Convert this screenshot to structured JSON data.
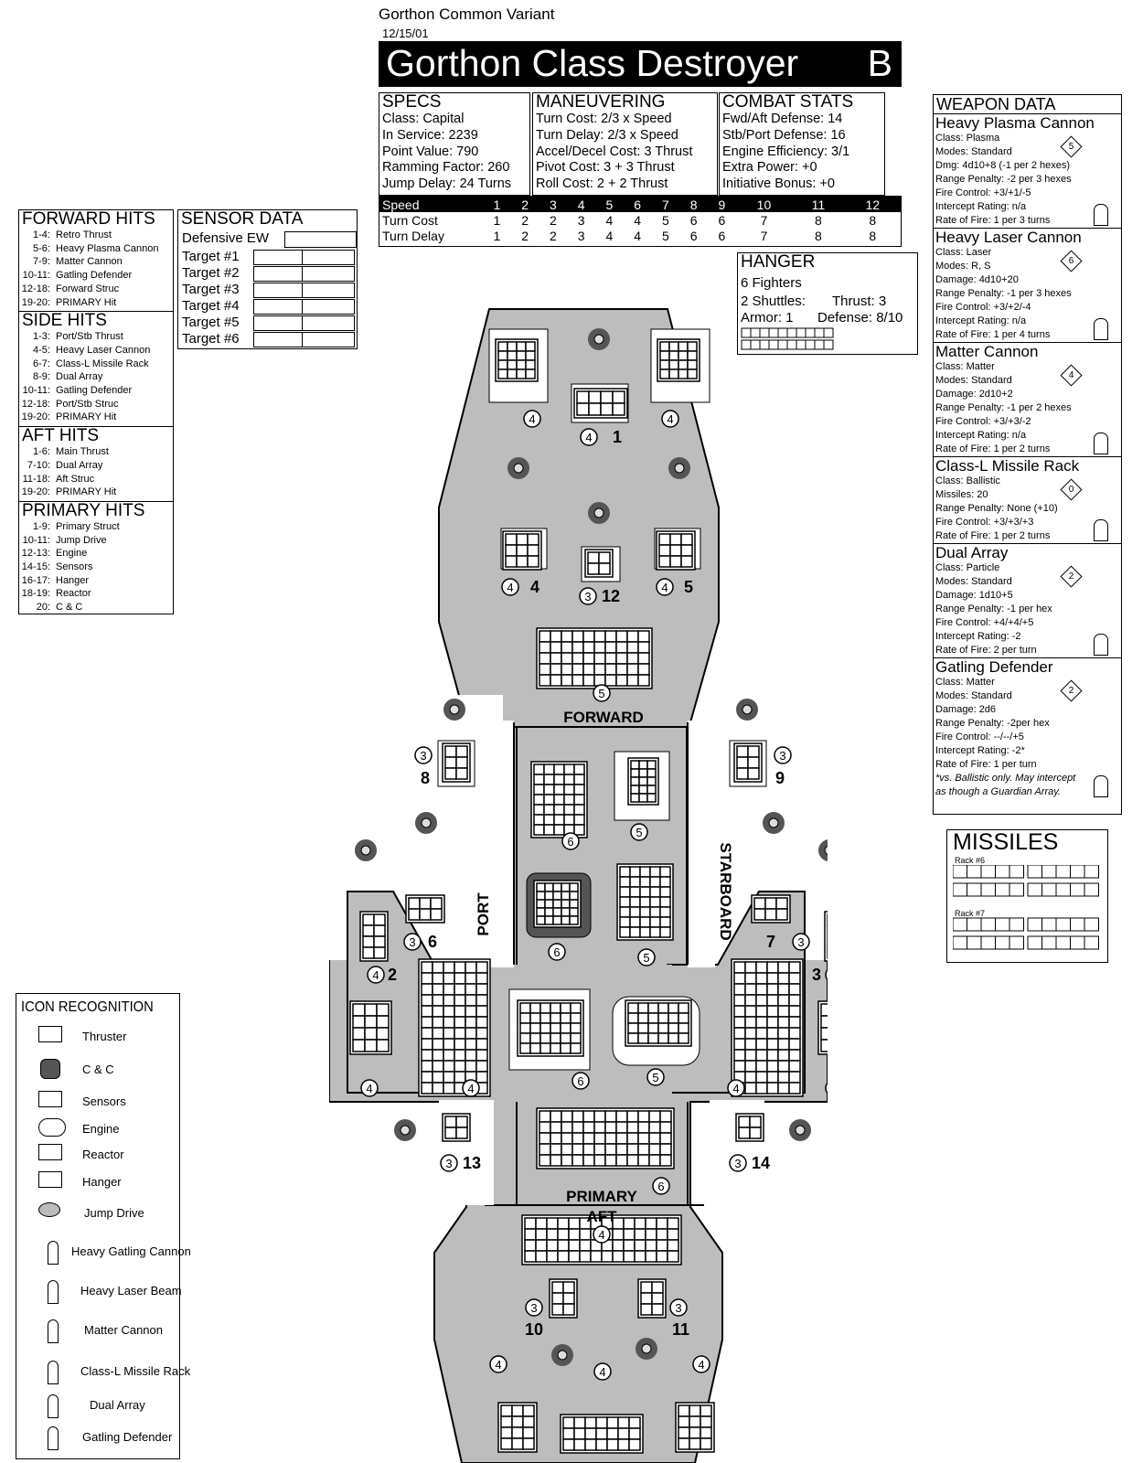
{
  "header": {
    "variant": "Gorthon Common Variant",
    "date": "12/15/01",
    "title": "Gorthon Class Destroyer",
    "title_letter": "B"
  },
  "specs": {
    "title": "SPECS",
    "lines": [
      "Class: Capital",
      "In Service: 2239",
      "Point Value: 790",
      "Ramming Factor: 260",
      "Jump Delay: 24 Turns"
    ]
  },
  "maneuvering": {
    "title": "MANEUVERING",
    "lines": [
      "Turn Cost: 2/3 x Speed",
      "Turn Delay: 2/3 x Speed",
      "Accel/Decel Cost: 3 Thrust",
      "Pivot Cost: 3 + 3 Thrust",
      "Roll Cost: 2 + 2 Thrust"
    ]
  },
  "combat": {
    "title": "COMBAT STATS",
    "lines": [
      "Fwd/Aft Defense: 14",
      "Stb/Port Defense: 16",
      "Engine Efficiency: 3/1",
      "Extra Power: +0",
      "Initiative Bonus: +0"
    ]
  },
  "speed_table": {
    "speed_label": "Speed",
    "speeds": [
      "1",
      "2",
      "3",
      "4",
      "5",
      "6",
      "7",
      "8",
      "9",
      "10",
      "11",
      "12"
    ],
    "turn_cost_label": "Turn Cost",
    "turn_cost": [
      "1",
      "2",
      "2",
      "3",
      "4",
      "4",
      "5",
      "6",
      "6",
      "7",
      "8",
      "8"
    ],
    "turn_delay_label": "Turn Delay",
    "turn_delay": [
      "1",
      "2",
      "2",
      "3",
      "4",
      "4",
      "5",
      "6",
      "6",
      "7",
      "8",
      "8"
    ]
  },
  "hit_tables": [
    {
      "title": "FORWARD HITS",
      "rows": [
        [
          "1-4:",
          "Retro Thrust"
        ],
        [
          "5-6:",
          "Heavy Plasma Cannon"
        ],
        [
          "7-9:",
          "Matter Cannon"
        ],
        [
          "10-11:",
          "Gatling Defender"
        ],
        [
          "12-18:",
          "Forward Struc"
        ],
        [
          "19-20:",
          "PRIMARY Hit"
        ]
      ]
    },
    {
      "title": "SIDE HITS",
      "rows": [
        [
          "1-3:",
          "Port/Stb Thrust"
        ],
        [
          "4-5:",
          "Heavy Laser Cannon"
        ],
        [
          "6-7:",
          "Class-L Missile Rack"
        ],
        [
          "8-9:",
          "Dual Array"
        ],
        [
          "10-11:",
          "Gatling Defender"
        ],
        [
          "12-18:",
          "Port/Stb Struc"
        ],
        [
          "19-20:",
          "PRIMARY Hit"
        ]
      ]
    },
    {
      "title": "AFT HITS",
      "rows": [
        [
          "1-6:",
          "Main Thrust"
        ],
        [
          "7-10:",
          "Dual Array"
        ],
        [
          "11-18:",
          "Aft Struc"
        ],
        [
          "19-20:",
          "PRIMARY Hit"
        ]
      ]
    },
    {
      "title": "PRIMARY HITS",
      "rows": [
        [
          "1-9:",
          "Primary Struct"
        ],
        [
          "10-11:",
          "Jump Drive"
        ],
        [
          "12-13:",
          "Engine"
        ],
        [
          "14-15:",
          "Sensors"
        ],
        [
          "16-17:",
          "Hanger"
        ],
        [
          "18-19:",
          "Reactor"
        ],
        [
          "20:",
          "C & C"
        ]
      ]
    }
  ],
  "sensor": {
    "title": "SENSOR DATA",
    "defensive": "Defensive EW",
    "targets": [
      "Target  #1",
      "Target  #2",
      "Target  #3",
      "Target  #4",
      "Target  #5",
      "Target  #6"
    ]
  },
  "hanger": {
    "title": "HANGER",
    "fighters": "6 Fighters",
    "shuttles": "2 Shuttles:",
    "thrust": "Thrust: 3",
    "armor": "Armor: 1",
    "defense": "Defense: 8/10"
  },
  "weapons": {
    "title": "WEAPON DATA",
    "items": [
      {
        "name": "Heavy Plasma Cannon",
        "badge": "5",
        "lines": [
          "Class: Plasma",
          "Modes: Standard",
          "Dmg: 4d10+8 (-1 per 2 hexes)",
          "Range Penalty: -2 per 3 hexes",
          "Fire Control: +3/+1/-5",
          "Intercept Rating: n/a",
          "Rate of Fire: 1 per 3 turns"
        ]
      },
      {
        "name": "Heavy Laser Cannon",
        "badge": "6",
        "lines": [
          "Class: Laser",
          "Modes: R, S",
          "Damage: 4d10+20",
          "Range Penalty: -1 per 3 hexes",
          "Fire Control: +3/+2/-4",
          "Intercept Rating: n/a",
          "Rate of Fire: 1 per 4 turns"
        ]
      },
      {
        "name": "Matter Cannon",
        "badge": "4",
        "lines": [
          "Class: Matter",
          "Modes: Standard",
          "Damage: 2d10+2",
          "Range Penalty: -1 per 2 hexes",
          "Fire Control: +3/+3/-2",
          "Intercept Rating: n/a",
          "Rate of Fire: 1 per 2 turns"
        ]
      },
      {
        "name": "Class-L Missile Rack",
        "badge": "0",
        "lines": [
          "Class: Ballistic",
          "Missiles: 20",
          "Range Penalty: None (+10)",
          "Fire Control: +3/+3/+3",
          "Rate of Fire: 1 per 2 turns"
        ]
      },
      {
        "name": "Dual Array",
        "badge": "2",
        "lines": [
          "Class: Particle",
          "Modes: Standard",
          "Damage: 1d10+5",
          "Range Penalty: -1 per hex",
          "Fire Control: +4/+4/+5",
          "Intercept Rating: -2",
          "Rate of Fire: 2 per turn"
        ]
      },
      {
        "name": "Gatling Defender",
        "badge": "2",
        "lines": [
          "Class: Matter",
          "Modes: Standard",
          "Damage: 2d6",
          "Range Penalty: -2per hex",
          "Fire Control: --/--/+5",
          "Intercept Rating: -2*",
          "Rate of Fire: 1 per turn",
          "*vs. Ballistic only. May intercept",
          " as though a Guardian Array."
        ]
      }
    ]
  },
  "missiles": {
    "title": "MISSILES",
    "rack6": "Rack #6",
    "rack7": "Rack #7"
  },
  "icon_recognition": {
    "title": "ICON RECOGNITION",
    "items": [
      {
        "label": "Thruster",
        "icon": "thruster-icon"
      },
      {
        "label": "C & C",
        "icon": "cnc-icon"
      },
      {
        "label": "Sensors",
        "icon": "sensors-icon"
      },
      {
        "label": "Engine",
        "icon": "engine-icon"
      },
      {
        "label": "Reactor",
        "icon": "reactor-icon"
      },
      {
        "label": "Hanger",
        "icon": "hanger-icon"
      },
      {
        "label": "Jump Drive",
        "icon": "jump-drive-icon"
      },
      {
        "label": "Heavy Gatling Cannon",
        "icon": "heavy-gatling-cannon-icon"
      },
      {
        "label": "Heavy Laser Beam",
        "icon": "heavy-laser-beam-icon"
      },
      {
        "label": "Matter Cannon",
        "icon": "matter-cannon-icon"
      },
      {
        "label": "Class-L Missile Rack",
        "icon": "missile-rack-icon"
      },
      {
        "label": "Dual Array",
        "icon": "dual-array-icon"
      },
      {
        "label": "Gatling Defender",
        "icon": "gatling-defender-icon"
      }
    ]
  },
  "ship_labels": {
    "forward": "FORWARD",
    "primary": "PRIMARY",
    "aft": "AFT",
    "port": "PORT",
    "starboard": "STARBOARD"
  }
}
